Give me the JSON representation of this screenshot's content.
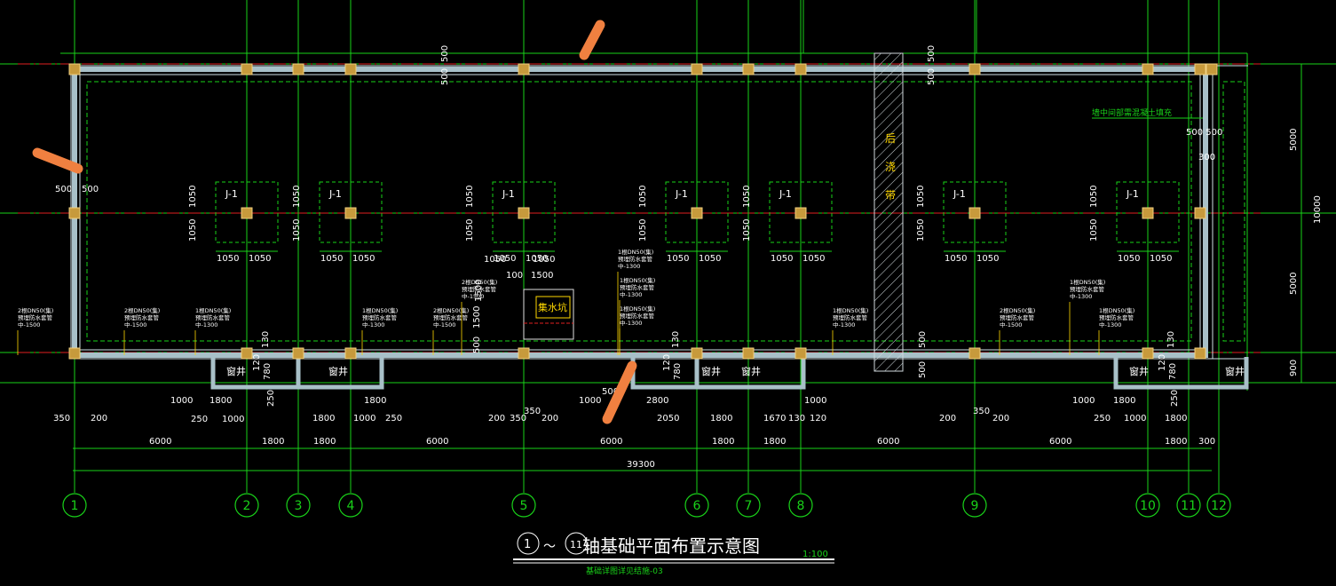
{
  "drawing": {
    "title_axis_start": "1",
    "title_tilde": "～",
    "title_axis_end": "11",
    "title_text": "轴基础平面布置示意图",
    "scale": "1:100",
    "subtitle": "基础详图详见结施-03"
  },
  "axes": [
    {
      "id": "1"
    },
    {
      "id": "2"
    },
    {
      "id": "3"
    },
    {
      "id": "4"
    },
    {
      "id": "5"
    },
    {
      "id": "6"
    },
    {
      "id": "7"
    },
    {
      "id": "8"
    },
    {
      "id": "9"
    },
    {
      "id": "10"
    },
    {
      "id": "11"
    },
    {
      "id": "12"
    }
  ],
  "footing_label": "J-1",
  "footing_dim": "1050",
  "labels": {
    "well": "窗井",
    "pit": "集水坑",
    "post_cast": [
      "后",
      "浇",
      "带"
    ],
    "right_note": "墙中间部需混凝土填充",
    "total": "39300",
    "right_5000_top": "5000",
    "right_10000": "10000",
    "right_5000_bottom": "5000",
    "right_900": "900"
  },
  "pipe_notes": {
    "a": [
      "2根DN50(集)",
      "预埋防水套管",
      "中-1500"
    ],
    "b": [
      "1根DN50(集)",
      "预埋防水套管",
      "中-1300"
    ]
  },
  "dims": {
    "d500": "500",
    "d130": "130",
    "d120": "120",
    "d780": "780",
    "d250": "250",
    "d200": "200",
    "d350": "350",
    "d100": "100",
    "d1500": "1500",
    "d1000": "1000",
    "d1800": "1800",
    "d2800": "2800",
    "d2050": "2050",
    "d1670": "1670",
    "d300": "300",
    "d6000": "6000",
    "d300_500": "500 500",
    "d300b": "300"
  }
}
